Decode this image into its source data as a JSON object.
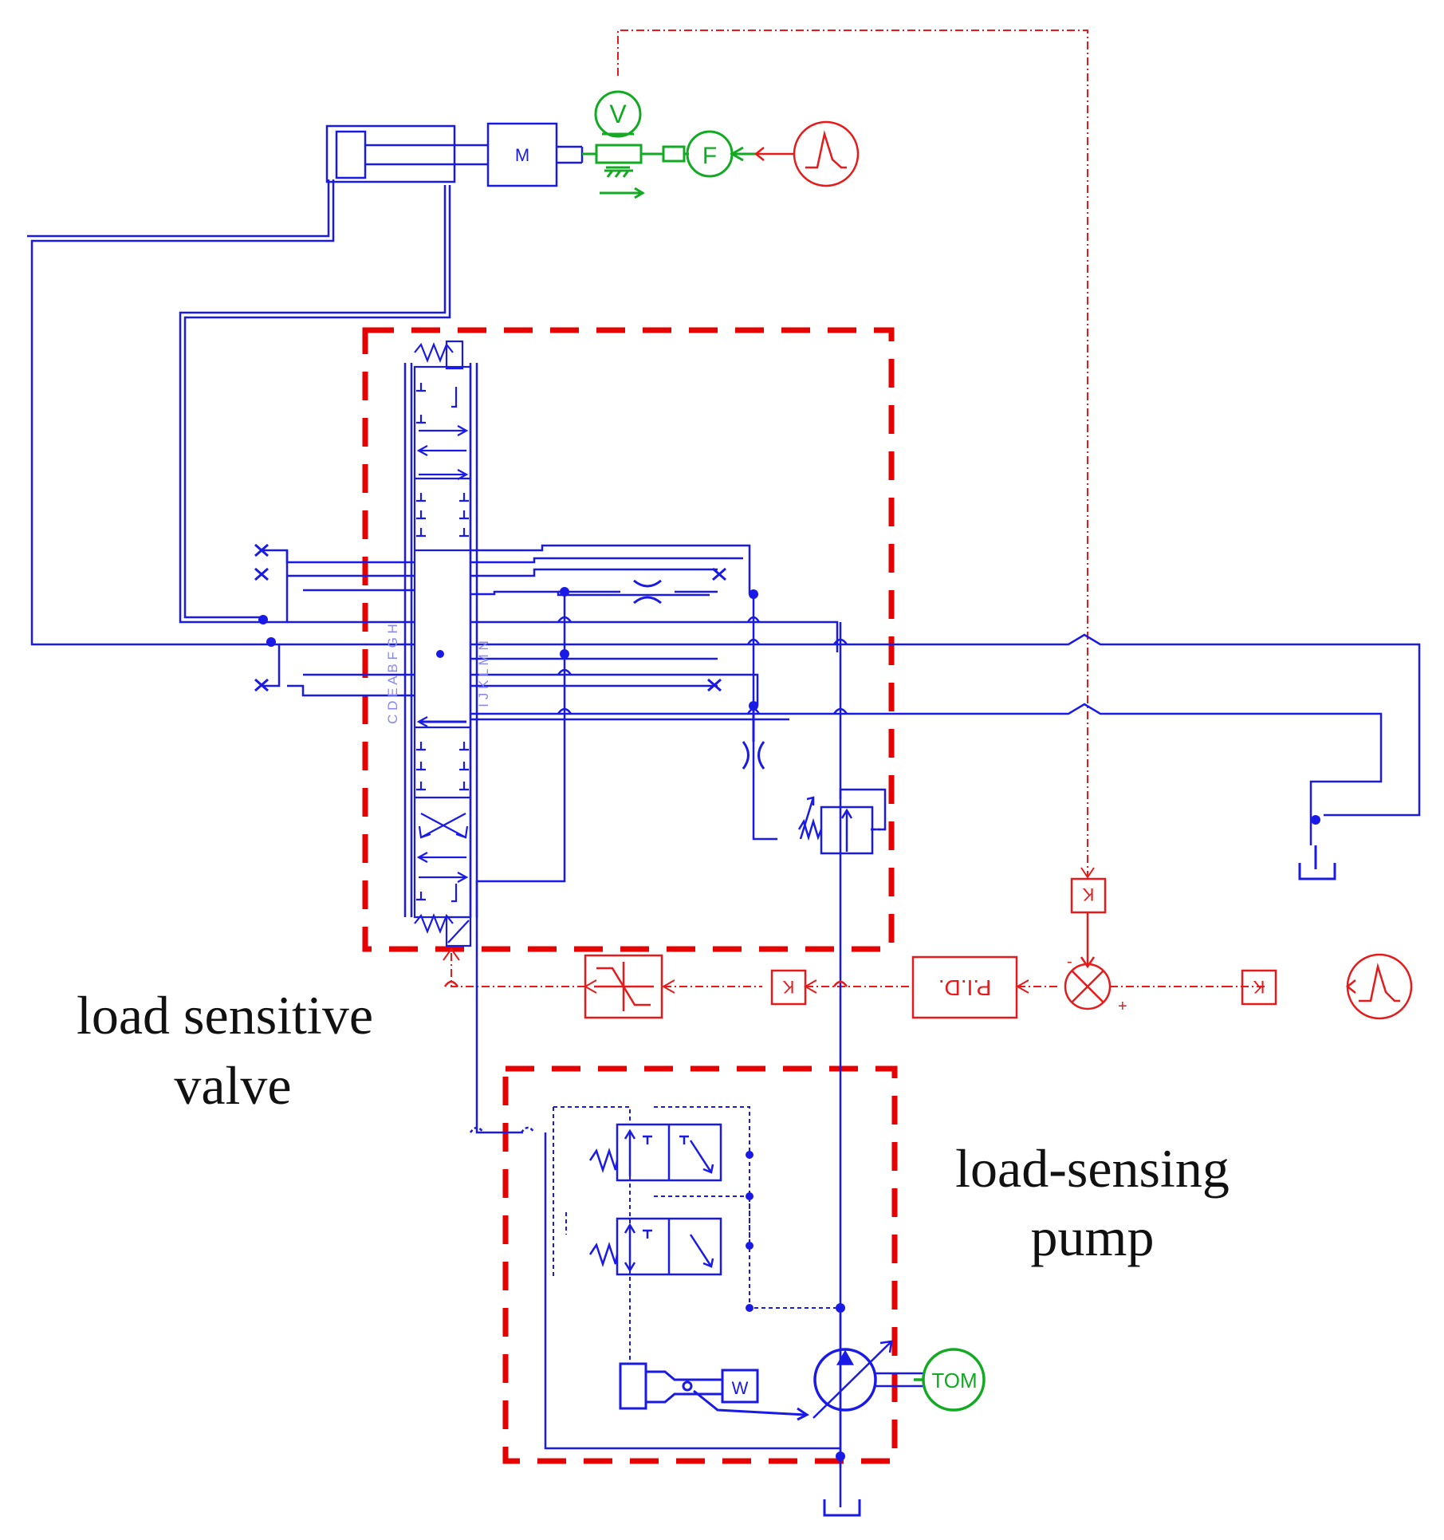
{
  "labels": {
    "valve_line1": "load sensitive",
    "valve_line2": "valve",
    "pump_line1": "load-sensing",
    "pump_line2": "pump"
  },
  "symbols": {
    "mass": "M",
    "velocity_sensor": "V",
    "force_source": "F",
    "gain_top": "K",
    "gain_left": "K",
    "gain_right": "K",
    "pid": "P.I.D.",
    "motor": "TOM",
    "sum_plus": "+",
    "sum_minus": "-",
    "spool_ports_left": "C D E A B F G H",
    "spool_ports_right": "I J K L M N"
  },
  "colors": {
    "hydraulic": "#1a1ae6",
    "signal": "#e61a1a",
    "mechanical": "#11aa22",
    "boundary": "#e60000",
    "text": "#111111"
  }
}
